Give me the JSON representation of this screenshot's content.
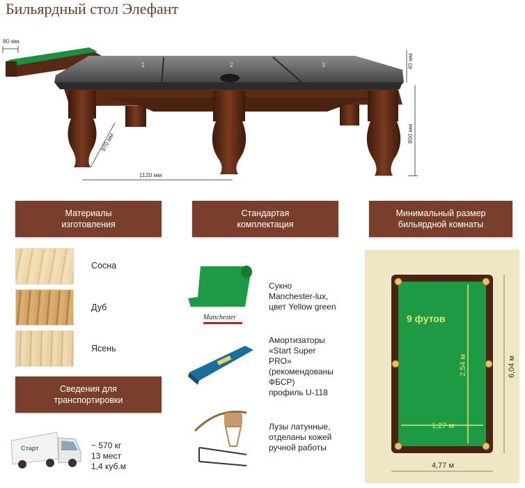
{
  "title": "Бильярдный стол Элефант",
  "dimensions": {
    "rail_width": "80 мм",
    "rail_height": "40 мм",
    "table_height": "800 мм",
    "width": "970 мм",
    "length": "1120 мм",
    "slate_1": "1",
    "slate_2": "2",
    "slate_3": "3"
  },
  "sections": {
    "materials": {
      "header": "Материалы\nизготовления",
      "items": [
        {
          "label": "Сосна",
          "color": "#e9d3a6"
        },
        {
          "label": "Дуб",
          "color": "#c99a5b"
        },
        {
          "label": "Ясень",
          "color": "#e6cfa1"
        }
      ]
    },
    "standard": {
      "header": "Стандартая\nкомплектация",
      "items": [
        {
          "text": "Сукно\nManchester-lux,\nцвет Yellow green",
          "brand": "Manchester"
        },
        {
          "text": "Амортизаторы\n«Start Super\nPRO»\n(рекомендованы\nФБСР)\nпрофиль U-118"
        },
        {
          "text": "Лузы латунные,\nотделаны кожей\nручной работы"
        }
      ]
    },
    "room": {
      "header": "Минимальный размер\nбильярдной комнаты",
      "table_size": "9 футов",
      "inner_length": "2,54 м",
      "inner_width": "1,27 м",
      "room_width": "4,77 м",
      "room_length": "6,04 м"
    },
    "transport": {
      "header": "Сведения для\nтранспортировки",
      "weight": "~ 570 кг",
      "places": "13 мест",
      "volume": "1,4 куб.м",
      "truck_brand": "Старт"
    }
  },
  "colors": {
    "header_bg": "#7a3f2c",
    "wood": "#5a2a16",
    "cloth": "#1e8f3f",
    "room_bg": "#eee6c5"
  }
}
